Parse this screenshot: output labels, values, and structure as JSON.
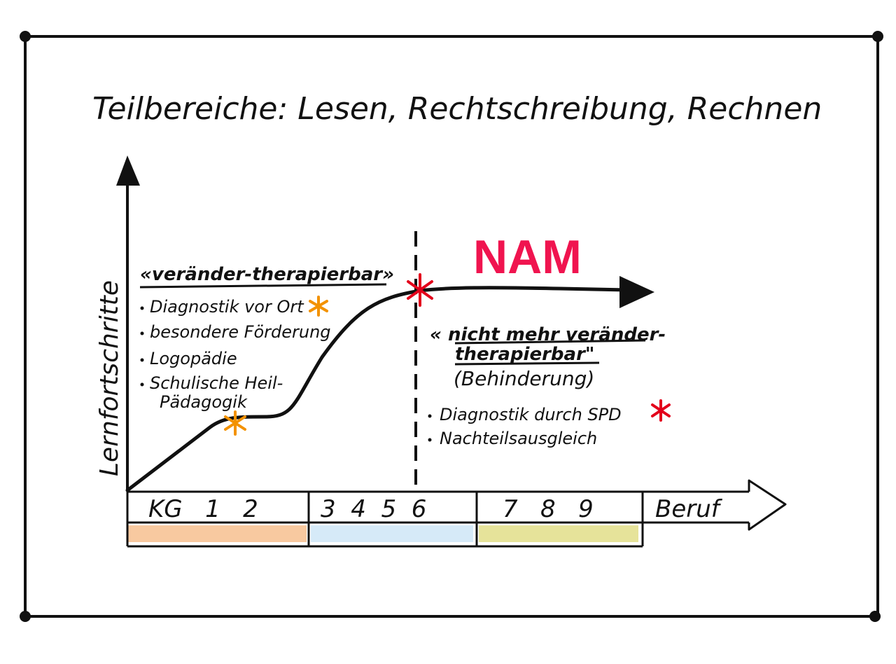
{
  "title": "Teilbereiche: Lesen, Rechtschreibung, Rechnen",
  "y_axis_label": "Lernfortschritte",
  "left_block": {
    "heading": "«veränder-therapierbar»",
    "items": [
      "Diagnostik vor Ort",
      "besondere Förderung",
      "Logopädie",
      "Schulische Heil-",
      "Pädagogik"
    ]
  },
  "nam_label": "NAM",
  "right_block": {
    "heading_line1": "« nicht mehr veränder-",
    "heading_line2": "therapierbar\"",
    "subheading": "(Behinderung)",
    "items": [
      "Diagnostik durch SPD",
      "Nachteilsausgleich"
    ]
  },
  "timeline": {
    "segments": [
      {
        "label": "KG   1   2",
        "color": "#f8c9a0"
      },
      {
        "label": "3  4  5  6",
        "color": "#d6eaf8"
      },
      {
        "label": "7   8   9",
        "color": "#e6e39a"
      }
    ],
    "arrow_label": "Beruf"
  },
  "colors": {
    "ink": "#111111",
    "nam": "#f0144f",
    "orange_star": "#f39200",
    "red_star": "#e3001b"
  },
  "icons": [
    "orange-asterisk-icon",
    "red-asterisk-icon"
  ]
}
